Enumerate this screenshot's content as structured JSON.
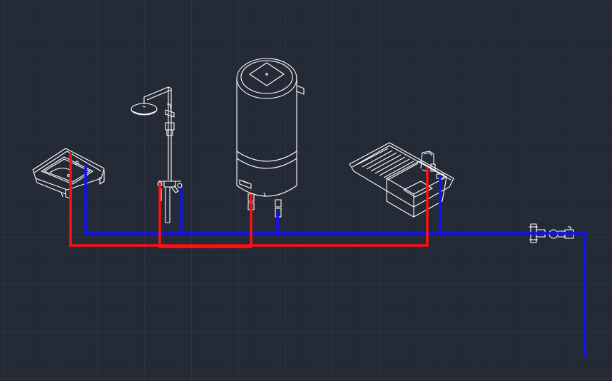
{
  "colors": {
    "background": "#232a35",
    "grid_minor": "#2b323d",
    "grid_major": "#323a46",
    "hot_pipe": "#ff1111",
    "cold_pipe": "#1010ff",
    "fixture_line": "#ffffff"
  },
  "fixtures": [
    {
      "id": "washbasin",
      "icon": "washbasin-icon"
    },
    {
      "id": "shower",
      "icon": "shower-set-icon"
    },
    {
      "id": "water-heater",
      "icon": "boiler-icon"
    },
    {
      "id": "kitchen-sink",
      "icon": "kitchen-sink-icon"
    },
    {
      "id": "water-meter",
      "icon": "water-meter-valve-icon"
    }
  ],
  "pipes": {
    "hot": {
      "name": "hot-water-line"
    },
    "cold": {
      "name": "cold-water-line"
    }
  }
}
